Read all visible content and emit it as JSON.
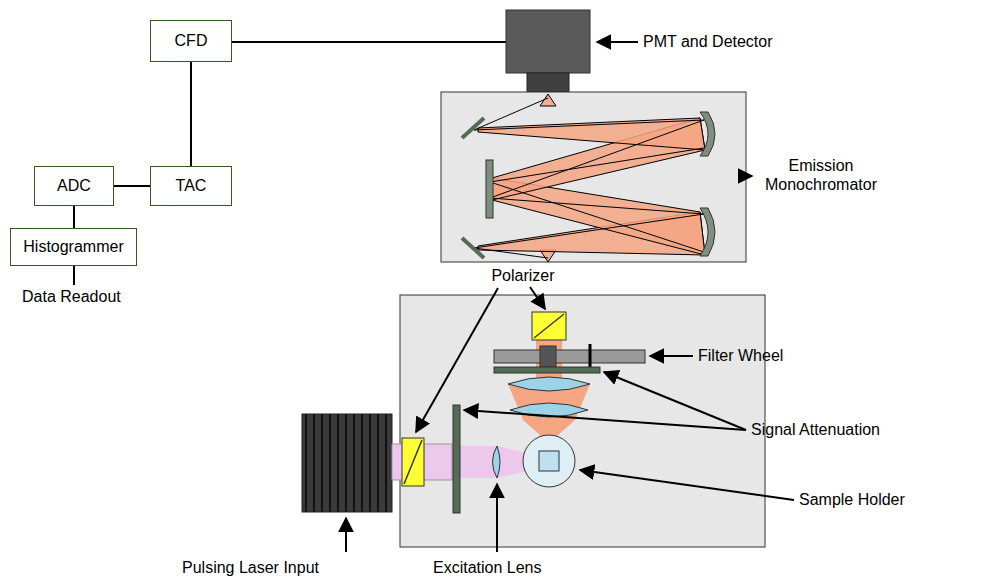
{
  "diagram": {
    "nodes": [
      {
        "text": [
          "CFD"
        ]
      },
      {
        "text": [
          "ADC"
        ]
      },
      {
        "text": [
          "TAC"
        ]
      },
      {
        "text": [
          "Histogrammer"
        ]
      }
    ],
    "edges": [
      {
        "from": 0,
        "to": 2,
        "arrow": "none"
      },
      {
        "from": 1,
        "to": 2,
        "arrow": "none"
      },
      {
        "from": 1,
        "to": 3,
        "arrow": "none"
      }
    ],
    "labels": [
      "PMT and Detector",
      "Emission Monochromator",
      "Polarizer",
      "Filter Wheel",
      "Signal Attenuation",
      "Sample Holder",
      "Pulsing Laser Input",
      "Excitation Lens",
      "Data Readout"
    ]
  }
}
